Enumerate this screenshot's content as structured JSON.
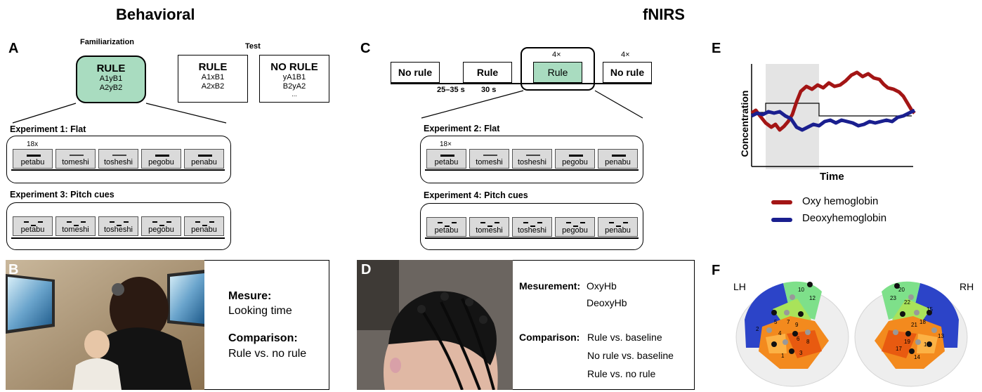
{
  "headers": {
    "behavioral": "Behavioral",
    "fnirs": "fNIRS"
  },
  "panels": {
    "a": "A",
    "b": "B",
    "c": "C",
    "d": "D",
    "e": "E",
    "f": "F"
  },
  "panel_a": {
    "familiarization_label": "Familiarization",
    "test_label": "Test",
    "rule_box": {
      "title": "RULE",
      "line1": "A1yB1",
      "line2": "A2yB2"
    },
    "test_rule_box": {
      "title": "RULE",
      "line1": "A1xB1",
      "line2": "A2xB2"
    },
    "test_norule_box": {
      "title": "NO RULE",
      "line1": "yA1B1",
      "line2": "B2yA2",
      "line3": "..."
    }
  },
  "experiments": {
    "exp1_title": "Experiment 1: Flat",
    "exp2_title": "Experiment 2: Flat",
    "exp3_title": "Experiment 3: Pitch cues",
    "exp4_title": "Experiment 4: Pitch cues",
    "repeat_left": "18x",
    "repeat_right": "18×",
    "words": [
      "petabu",
      "tomeshi",
      "tosheshi",
      "pegobu",
      "penabu"
    ]
  },
  "panel_c": {
    "no_rule_1": "No rule",
    "rule_1": "Rule",
    "rule_2": "Rule",
    "no_rule_2": "No rule",
    "rep1": "4×",
    "rep2": "4×",
    "interval1": "25–35 s",
    "interval2": "30 s"
  },
  "panel_b": {
    "measure_label": "Mesure:",
    "measure_value": "Looking time",
    "comparison_label": "Comparison:",
    "comparison_value": "Rule vs. no rule"
  },
  "panel_d": {
    "measure_label": "Mesurement:",
    "measure_value1": "OxyHb",
    "measure_value2": "DeoxyHb",
    "comparison_label": "Comparison:",
    "comparison_value1": "Rule vs. baseline",
    "comparison_value2": "No rule vs. baseline",
    "comparison_value3": "Rule vs. no rule"
  },
  "panel_e": {
    "y_label": "Concentration",
    "x_label": "Time",
    "legend_oxy": "Oxy hemoglobin",
    "legend_deoxy": "Deoxyhemoglobin",
    "oxy_color": "#a31515",
    "deoxy_color": "#1a1f8f"
  },
  "panel_f": {
    "lh": "LH",
    "rh": "RH",
    "lh_channels": [
      "10",
      "12",
      "5",
      "7",
      "9",
      "2",
      "4",
      "6",
      "8",
      "1",
      "3"
    ],
    "rh_channels": [
      "20",
      "23",
      "22",
      "15",
      "18",
      "21",
      "13",
      "19",
      "16",
      "17",
      "14"
    ]
  }
}
